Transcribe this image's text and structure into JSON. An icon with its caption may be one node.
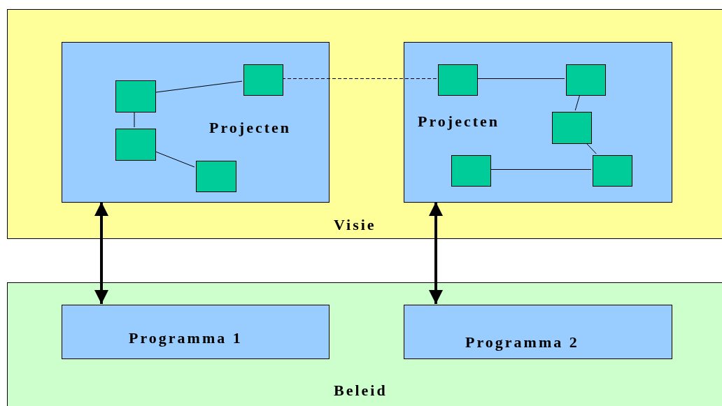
{
  "diagram": {
    "nodes": [
      {
        "text": [
          "Visie"
        ]
      },
      {
        "text": [
          "Projecten"
        ],
        "in": 0
      },
      {
        "text": [],
        "shape": "box",
        "in": 1
      },
      {
        "text": [],
        "shape": "box",
        "in": 1
      },
      {
        "text": [],
        "shape": "box",
        "in": 1
      },
      {
        "text": [],
        "shape": "box",
        "in": 1
      },
      {
        "text": [
          "Projecten"
        ],
        "in": 0
      },
      {
        "text": [],
        "shape": "box",
        "in": 6
      },
      {
        "text": [],
        "shape": "box",
        "in": 6
      },
      {
        "text": [],
        "shape": "box",
        "in": 6
      },
      {
        "text": [],
        "shape": "box",
        "in": 6
      },
      {
        "text": [],
        "shape": "box",
        "in": 6
      },
      {
        "text": [
          "Beleid"
        ]
      },
      {
        "text": [
          "Programma 1"
        ],
        "in": 12
      },
      {
        "text": [
          "Programma 2"
        ],
        "in": 12
      }
    ],
    "edges": [
      {
        "from": 2,
        "to": 3,
        "arrow": "none"
      },
      {
        "from": 2,
        "to": 4,
        "arrow": "none"
      },
      {
        "from": 4,
        "to": 5,
        "arrow": "none"
      },
      {
        "from": 3,
        "to": 7,
        "arrow": "none",
        "style": "dashed"
      },
      {
        "from": 7,
        "to": 8,
        "arrow": "none"
      },
      {
        "from": 8,
        "to": 9,
        "arrow": "none"
      },
      {
        "from": 9,
        "to": 11,
        "arrow": "none"
      },
      {
        "from": 10,
        "to": 11,
        "arrow": "none"
      },
      {
        "from": 1,
        "to": 13,
        "arrow": "both",
        "style": "thick"
      },
      {
        "from": 6,
        "to": 14,
        "arrow": "both",
        "style": "thick"
      }
    ]
  }
}
